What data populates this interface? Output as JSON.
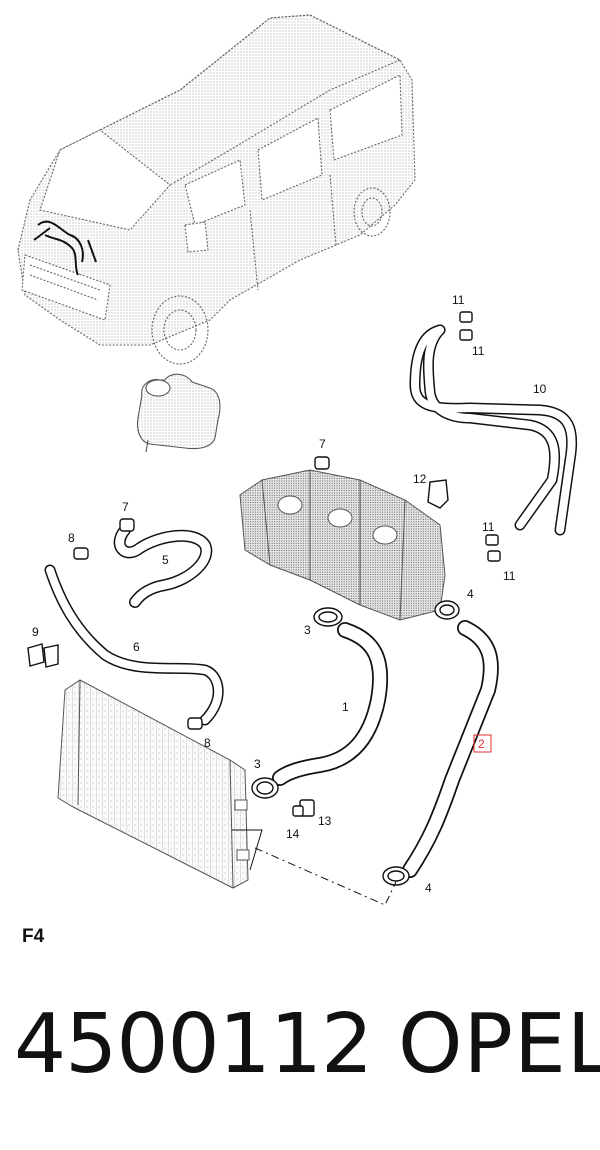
{
  "diagram": {
    "callouts": [
      "1",
      "2",
      "3",
      "3",
      "4",
      "4",
      "5",
      "6",
      "7",
      "7",
      "8",
      "8",
      "9",
      "10",
      "11",
      "11",
      "11",
      "11",
      "12",
      "13",
      "14"
    ],
    "highlighted_callout": "2",
    "highlight_color": "#e0302f",
    "figure_label": "F4"
  },
  "footer": {
    "part_number": "4500112",
    "brand": "OPEL"
  }
}
